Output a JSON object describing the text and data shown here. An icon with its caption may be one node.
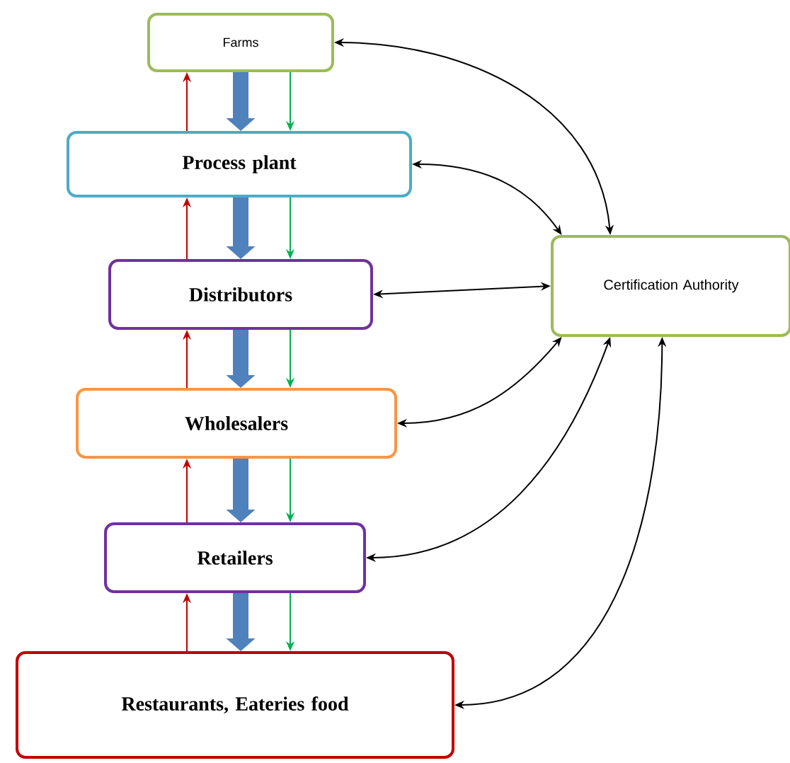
{
  "diagram": {
    "nodes": [
      {
        "text": [
          "Farms"
        ]
      },
      {
        "text": [
          "Process plant"
        ]
      },
      {
        "text": [
          "Distributors"
        ]
      },
      {
        "text": [
          "Wholesalers"
        ]
      },
      {
        "text": [
          "Retailers"
        ]
      },
      {
        "text": [
          "Restaurants, Eateries food"
        ]
      },
      {
        "text": [
          "Certification Authority"
        ]
      }
    ],
    "edges": [
      {
        "from": 0,
        "to": 1,
        "arrow": "to",
        "style": "thick",
        "color": "#4f81bd"
      },
      {
        "from": 1,
        "to": 0,
        "arrow": "to",
        "color": "#c00000"
      },
      {
        "from": 0,
        "to": 1,
        "arrow": "to",
        "color": "#00b050"
      },
      {
        "from": 1,
        "to": 2,
        "arrow": "to",
        "style": "thick",
        "color": "#4f81bd"
      },
      {
        "from": 2,
        "to": 1,
        "arrow": "to",
        "color": "#c00000"
      },
      {
        "from": 1,
        "to": 2,
        "arrow": "to",
        "color": "#00b050"
      },
      {
        "from": 2,
        "to": 3,
        "arrow": "to",
        "style": "thick",
        "color": "#4f81bd"
      },
      {
        "from": 3,
        "to": 2,
        "arrow": "to",
        "color": "#c00000"
      },
      {
        "from": 2,
        "to": 3,
        "arrow": "to",
        "color": "#00b050"
      },
      {
        "from": 3,
        "to": 4,
        "arrow": "to",
        "style": "thick",
        "color": "#4f81bd"
      },
      {
        "from": 4,
        "to": 3,
        "arrow": "to",
        "color": "#c00000"
      },
      {
        "from": 3,
        "to": 4,
        "arrow": "to",
        "color": "#00b050"
      },
      {
        "from": 4,
        "to": 5,
        "arrow": "to",
        "style": "thick",
        "color": "#4f81bd"
      },
      {
        "from": 5,
        "to": 4,
        "arrow": "to",
        "color": "#c00000"
      },
      {
        "from": 4,
        "to": 5,
        "arrow": "to",
        "color": "#00b050"
      },
      {
        "from": 0,
        "to": 6,
        "arrow": "both"
      },
      {
        "from": 1,
        "to": 6,
        "arrow": "both"
      },
      {
        "from": 2,
        "to": 6,
        "arrow": "both"
      },
      {
        "from": 3,
        "to": 6,
        "arrow": "both"
      },
      {
        "from": 4,
        "to": 6,
        "arrow": "both"
      },
      {
        "from": 5,
        "to": 6,
        "arrow": "both"
      }
    ]
  }
}
